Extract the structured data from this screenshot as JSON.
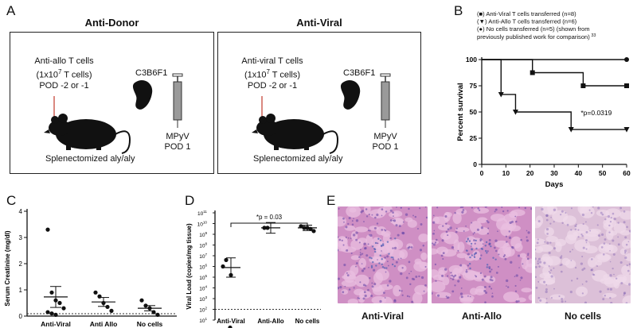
{
  "panel_letters": {
    "a": "A",
    "b": "B",
    "c": "C",
    "d": "D",
    "e": "E"
  },
  "panel_a": {
    "donor": {
      "title": "Anti-Donor",
      "cells_lines": [
        "Anti-allo T cells",
        "(1x10^7 T cells)",
        "POD -2 or -1"
      ],
      "strain": "C3B6F1",
      "virus_lines": [
        "MPyV",
        "POD 1"
      ],
      "mouse": "Splenectomized aly/aly"
    },
    "viral": {
      "title": "Anti-Viral",
      "cells_lines": [
        "Anti-viral T cells",
        "(1x10^7 T cells)",
        "POD -2 or -1"
      ],
      "strain": "C3B6F1",
      "virus_lines": [
        "MPyV",
        "POD 1"
      ],
      "mouse": "Splenectomized aly/aly"
    },
    "colors": {
      "arrow": "#c0392b",
      "mouse": "#111111"
    }
  },
  "chart_data": [
    {
      "panel": "B",
      "type": "line",
      "step": true,
      "xlabel": "Days",
      "ylabel": "Percent survival",
      "xlim": [
        0,
        60
      ],
      "ylim": [
        0,
        100
      ],
      "xticks": [
        0,
        10,
        20,
        30,
        40,
        50,
        60
      ],
      "yticks": [
        0,
        25,
        50,
        75,
        100
      ],
      "legend": [
        "(■) Anti-Viral T cells transferred (n=8)",
        "(▼) Anti-Allo T cells transferred (n=6)",
        "(●) No cells transferred (n=5) (shown from",
        "previously published work for comparison)"
      ],
      "legend_ref": "33",
      "annotation": "*p=0.0319",
      "series": [
        {
          "marker": "circle",
          "x": [
            0,
            60
          ],
          "y": [
            100,
            100
          ]
        },
        {
          "marker": "square",
          "x": [
            0,
            21,
            42,
            60
          ],
          "y": [
            100,
            87.5,
            75,
            75
          ]
        },
        {
          "marker": "triangle",
          "x": [
            0,
            8,
            14,
            37,
            60
          ],
          "y": [
            100,
            66.7,
            50,
            33.3,
            33.3
          ]
        }
      ]
    },
    {
      "panel": "C",
      "type": "scatter",
      "ylabel": "Serum Creatinine (mg/dl)",
      "ylim": [
        0,
        4
      ],
      "yticks": [
        0,
        1,
        2,
        3,
        4
      ],
      "categories": [
        "Anti-Viral",
        "Anti Allo",
        "No cells"
      ],
      "points": [
        [
          3.3,
          0.9,
          0.6,
          0.5,
          0.3,
          0.15,
          0.1,
          0.05
        ],
        [
          0.9,
          0.75,
          0.5,
          0.35,
          0.2
        ],
        [
          0.6,
          0.4,
          0.3,
          0.15,
          0.05
        ]
      ],
      "mean": [
        0.73,
        0.54,
        0.3
      ],
      "sem": [
        0.4,
        0.17,
        0.1
      ]
    },
    {
      "panel": "D",
      "type": "scatter",
      "ylabel": "Viral Load (copies/mg tissue)",
      "log_scale": true,
      "ylim_exp": [
        1,
        11
      ],
      "ytick_base": "10",
      "categories": [
        "Anti-Viral",
        "Anti-Allo",
        "No cells"
      ],
      "points_exp": [
        [
          6.6,
          6.0,
          5.2,
          0.3
        ],
        [
          9.6,
          9.6
        ],
        [
          9.75,
          9.6,
          9.6,
          9.5,
          9.3
        ]
      ],
      "mean_exp": [
        5.9,
        9.6,
        9.6
      ],
      "sem_exp": [
        0.9,
        0.5,
        0.25
      ],
      "detection_limit_exp": 2,
      "annotation": "*p = 0.03"
    }
  ],
  "panel_e": {
    "images": [
      {
        "label": "Anti-Viral"
      },
      {
        "label": "Anti-Allo"
      },
      {
        "label": "No cells"
      }
    ],
    "colors": {
      "stain": "#cf8fc4",
      "tubule": "#e9bfe0",
      "nuclei": "#6a4aa8"
    }
  }
}
